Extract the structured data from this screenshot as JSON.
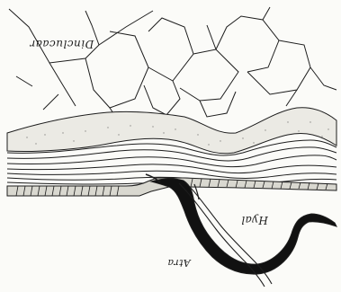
{
  "figure": {
    "labels": {
      "top": "Dinclucaar",
      "middle": "Hyal",
      "bottom": "Atra"
    },
    "colors": {
      "ink": "#1d1d1d",
      "paper": "#fbfbf8"
    }
  }
}
